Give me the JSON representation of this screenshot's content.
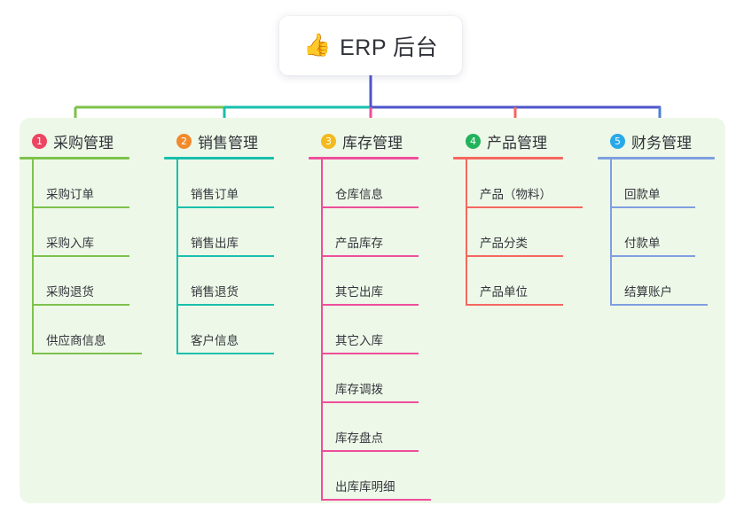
{
  "root": {
    "emoji": "👍",
    "icon_name": "thumbs-up-icon",
    "title": "ERP 后台"
  },
  "panel": {
    "background": "#eef8e8"
  },
  "connector_colors": {
    "trunk": "#4d55c8",
    "bar_green": "#7dc24b",
    "bar_teal": "#17c0ac",
    "bar_indigo": "#4d55c8",
    "drop_1": "#7dc24b",
    "drop_2": "#17c0ac",
    "drop_3": "#ee4e9b",
    "drop_4": "#f5675f",
    "drop_5": "#4d7fd6"
  },
  "columns": [
    {
      "index": "1",
      "title": "采购管理",
      "badge_color": "#ec4561",
      "line_color": "#7dc24b",
      "items": [
        {
          "label": "采购订单",
          "width": 110
        },
        {
          "label": "采购入库",
          "width": 110
        },
        {
          "label": "采购退货",
          "width": 110
        },
        {
          "label": "供应商信息",
          "width": 124
        }
      ]
    },
    {
      "index": "2",
      "title": "销售管理",
      "badge_color": "#f08a2c",
      "line_color": "#17c0ac",
      "items": [
        {
          "label": "销售订单",
          "width": 110
        },
        {
          "label": "销售出库",
          "width": 110
        },
        {
          "label": "销售退货",
          "width": 110
        },
        {
          "label": "客户信息",
          "width": 110
        }
      ]
    },
    {
      "index": "3",
      "title": "库存管理",
      "badge_color": "#f3ba1f",
      "line_color": "#ee4e9b",
      "items": [
        {
          "label": "仓库信息",
          "width": 110
        },
        {
          "label": "产品库存",
          "width": 110
        },
        {
          "label": "其它出库",
          "width": 110
        },
        {
          "label": "其它入库",
          "width": 110
        },
        {
          "label": "库存调拨",
          "width": 110
        },
        {
          "label": "库存盘点",
          "width": 110
        },
        {
          "label": "出库库明细",
          "width": 124
        }
      ]
    },
    {
      "index": "4",
      "title": "产品管理",
      "badge_color": "#21b35c",
      "line_color": "#f5675f",
      "items": [
        {
          "label": "产品（物料）",
          "width": 132
        },
        {
          "label": "产品分类",
          "width": 110
        },
        {
          "label": "产品单位",
          "width": 110
        }
      ]
    },
    {
      "index": "5",
      "title": "财务管理",
      "badge_color": "#28a9e8",
      "line_color": "#7f9fe0",
      "items": [
        {
          "label": "回款单",
          "width": 96
        },
        {
          "label": "付款单",
          "width": 96
        },
        {
          "label": "结算账户",
          "width": 110
        }
      ]
    }
  ]
}
